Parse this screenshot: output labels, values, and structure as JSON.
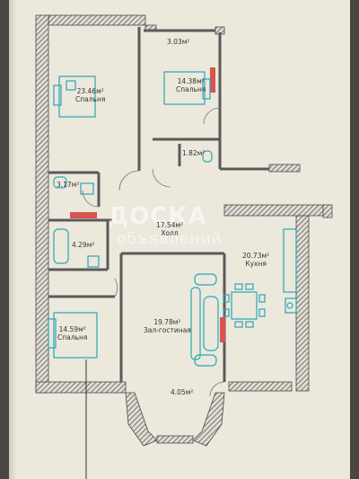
{
  "rooms": [
    {
      "id": "bedroom1",
      "area": "23.46м²",
      "name": "Спальня"
    },
    {
      "id": "balcony",
      "area": "3.03м²",
      "name": ""
    },
    {
      "id": "bedroom2",
      "area": "14.38м²",
      "name": "Спальня"
    },
    {
      "id": "bath1",
      "area": "1.82м²",
      "name": ""
    },
    {
      "id": "bath2",
      "area": "3.17м²",
      "name": ""
    },
    {
      "id": "hall",
      "area": "17.54м²",
      "name": "Холл"
    },
    {
      "id": "kitchen",
      "area": "20.73м²",
      "name": "Кухня"
    },
    {
      "id": "laundry",
      "area": "4.29м²",
      "name": ""
    },
    {
      "id": "bedroom3",
      "area": "14.59м²",
      "name": "Спальня"
    },
    {
      "id": "living",
      "area": "19.78м²",
      "name": "Зал-гостиная"
    },
    {
      "id": "bay",
      "area": "4.05м²",
      "name": ""
    }
  ],
  "watermark": {
    "line1": "ДОСКА",
    "line2": "объявлений"
  },
  "colors": {
    "wall": "#6b6b6b",
    "furniture": "#2aa7b8",
    "accent": "#d9534f",
    "paper": "#ece8dc"
  }
}
